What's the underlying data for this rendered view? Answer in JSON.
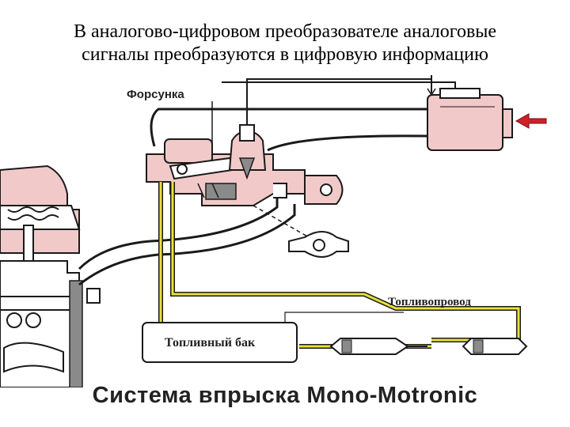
{
  "slide": {
    "title_line1": "В аналогово-цифровом преобразователе аналоговые",
    "title_line2": "сигналы преобразуются в цифровую информацию",
    "caption": "Система впрыска Mono-Motronic"
  },
  "labels": {
    "injector": "Форсунка",
    "fuel_line": "Топливопровод",
    "fuel_tank": "Топливный бак"
  },
  "colors": {
    "fuel_line": "#e8e13a",
    "component_fill": "#f2c9c9",
    "outline": "#1a1a1a",
    "arrow": "#d0202a"
  }
}
